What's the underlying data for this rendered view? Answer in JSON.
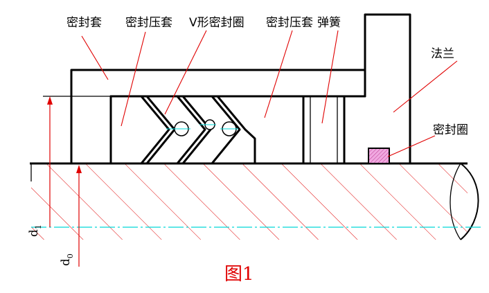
{
  "labels": {
    "seal_sleeve": "密封套",
    "seal_gland": "密封压套",
    "v_ring": "V形密封圈",
    "seal_gland_2": "密封压套",
    "spring": "弹簧",
    "flange": "法兰",
    "o_ring": "密封圈"
  },
  "dims": {
    "d1_main": "d",
    "d1_sub": "1",
    "d0_main": "d",
    "d0_sub": "0"
  },
  "figure": {
    "caption": "图1"
  },
  "colors": {
    "hatch": "#e00000",
    "outline": "#000000",
    "v_ring_fill": "#f0b8f0",
    "o_ring_fill": "#f0a8e0",
    "centerline": "#00d8d8",
    "caption": "#e00000"
  }
}
